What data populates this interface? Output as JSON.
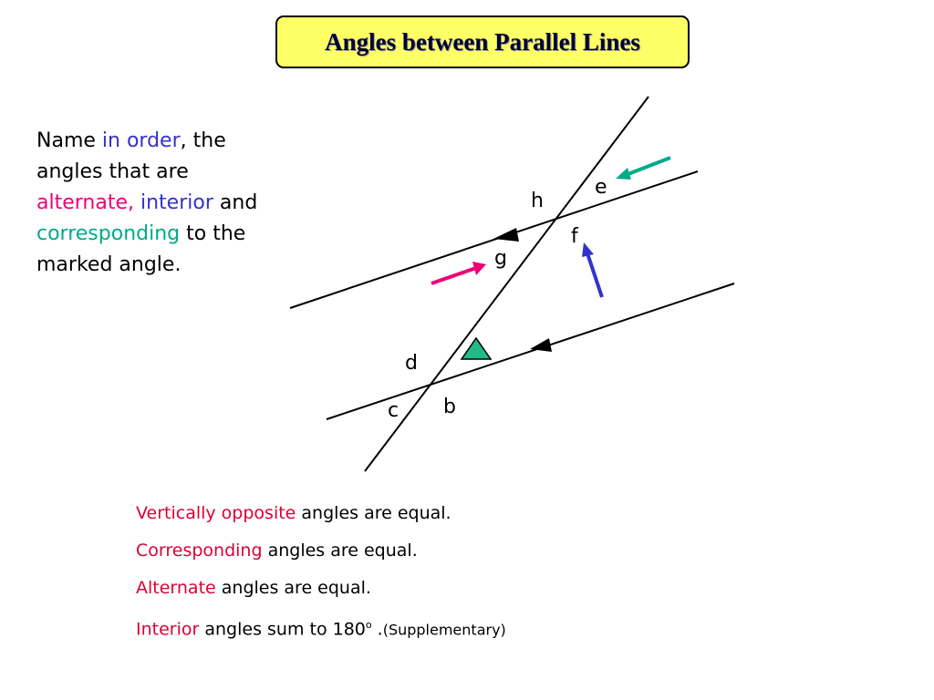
{
  "title": "Angles between Parallel Lines",
  "colors": {
    "pink": "#ee0077",
    "blue": "#3333cc",
    "teal": "#00aa88",
    "red": "#dd0033",
    "title_bg": "#ffff66",
    "triangle": "#22bb88"
  },
  "instructions": {
    "name": "Name ",
    "in": "in",
    "order": "order",
    "comma_the": ", the",
    "line2": "angles that are",
    "alternate": "alternate,",
    "interior": "interior",
    "and": "and",
    "corresponding": "corresponding",
    "to_the": "to the",
    "line5": "marked angle."
  },
  "angle_labels": {
    "e": "e",
    "h": "h",
    "f": "f",
    "g": "g",
    "d": "d",
    "c": "c",
    "b": "b"
  },
  "icons": [
    "upper-parallel-arrow-icon",
    "lower-parallel-arrow-icon",
    "marked-angle-triangle-icon",
    "corresponding-arrow-icon",
    "alternate-arrow-icon",
    "interior-arrow-icon"
  ],
  "facts": [
    {
      "keyword": "Vertically opposite",
      "rest": " angles are equal."
    },
    {
      "keyword": "Corresponding",
      "rest": " angles are equal."
    },
    {
      "keyword": "Alternate",
      "rest": " angles are equal."
    },
    {
      "keyword": "Interior",
      "rest": " angles sum to 180",
      "degree": "o",
      "tail": " .",
      "note": "(Supplementary)"
    }
  ]
}
